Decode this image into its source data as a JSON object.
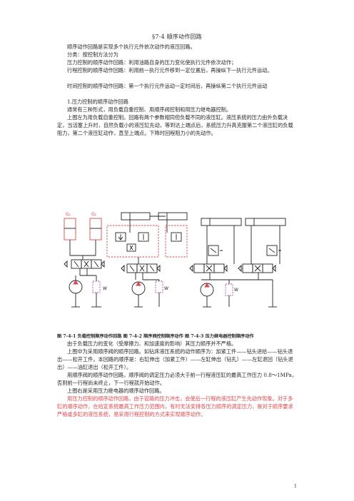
{
  "page": {
    "title": "§7-4 顺序动作回路",
    "paras": [
      "顺序动作回路是实现多个执行元件依次动作的液压回路。",
      "分类：按控制方法分为",
      "压力控制的顺序动作回路：利用油路自身的压力变化使执行元件依次动作；",
      "行程控制的顺序动作回路：利用前一执行元件移到一定位置后，再操纵下一执行元件运动。",
      "时间控制的顺序动作回路：第一个执行元件运动一定时间后，再操纵第二个执行元件运动",
      "1.压力控制的顺序动作回路",
      "通常有三种形式，用负载自重控制、用顺序阀控制和用压力继电器控制。",
      "上图左为用负载自重控制。回路有两个参数相同但负载不同的液压缸。液压系统的压力由外负载决定，当活塞上升时，自然负载小的液压缸先动，等到达上端点后，系统压力升高克服第二个液压缸的负载阻力，第二个液压缸动作，直至上端点。下降时回程阻力小的先动作。"
    ],
    "diagram": {
      "labels": {
        "g1": "G₁",
        "g2": "G₂",
        "w": "W"
      },
      "colors": {
        "line": "#222222",
        "accent": "#e0474c",
        "dash": "#b04ab8",
        "fill_red": "#e0474c"
      }
    },
    "caption": "图 7-4-1  负载控制顺序动作回路  图 7-4-2  顺序阀控制顺序动作      图 7-4-3 压力继电器控制顺序动作",
    "paras2": [
      "由于负载压力的变化（受摩擦力、和加速度的影响）其压力顺序并不严格。",
      "上图中为采用顺序阀的顺序回路。如钻床液压系统的动作顺序为：加紧工件——钻头进给——钻头退出——松开工件。本回路的顺序是：右缸伸出（加紧工件）——左缸伸出（钻孔）——左缸退回（钻头退出）——油缸退出（松开工件）。",
      "用顺序阀的顺序动作回路，顺序阀的调定压力必须大于前一行程液压缸的最高工作压力 0.8～1MPa，否则前一行程尚未终止，下一行程就开始动作。",
      "上图右是采用压力继电器的顺序动作回路。"
    ],
    "red_para": "用压力控制的顺序动作回路，由于管路的压力冲击，会使后一行程的液压缸产生先动作现象。对于多缸的顺序动作，在给定系统最高工作压力范围内，有时无法安排各压力顺序的调定压力，故对于顺序要求严格或多缸的液压系统，易采用行程控制的方式来实现顺序动作。",
    "page_number": "1"
  }
}
